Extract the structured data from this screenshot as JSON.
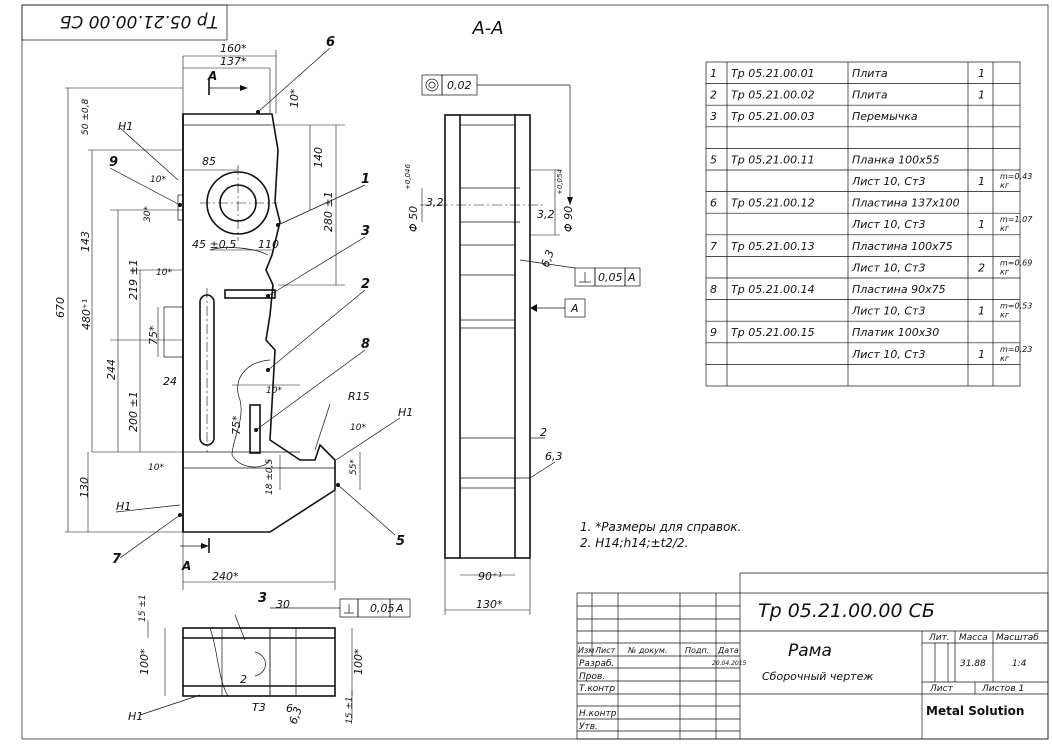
{
  "stamp_rotated": "Тр 05.21.00.00 СБ",
  "section_title": "А-А",
  "front_view": {
    "dims": {
      "d160": "160*",
      "d137": "137*",
      "d10a": "10*",
      "d140": "140",
      "d280": "280 ±1",
      "d50": "50 ±0,8",
      "d85": "85",
      "d10b": "10*",
      "d30": "30*",
      "d143": "143",
      "d45": "45 ±0,5",
      "d110": "110",
      "d10c": "10*",
      "d219": "219 ±1",
      "d670": "670",
      "d480": "480⁺¹",
      "d75a": "75*",
      "d244": "244",
      "d24": "24",
      "d10d": "10*",
      "d75b": "75*",
      "d200": "200 ±1",
      "dR15": "R15",
      "d10e": "10*",
      "d55": "55*",
      "d18": "18 ±0,5",
      "d10f": "10*",
      "d130": "130",
      "d240": "240*"
    },
    "labels": {
      "H1a": "H1",
      "H1b": "H1",
      "H1c": "H1",
      "arrowA_top": "A",
      "arrowA_bot": "A"
    },
    "balloons": [
      "6",
      "9",
      "1",
      "3",
      "2",
      "8",
      "5",
      "7"
    ]
  },
  "section_view": {
    "tolerance_top_value": "0,02",
    "phi50": "Φ 50",
    "phi50_tol": "+0,046",
    "d32a": "3,2",
    "d32b": "3,2",
    "phi90": "Φ 90",
    "phi90_tol": "+0,054",
    "d63a": "6,3",
    "tol_mid_value": "0,05",
    "tol_mid_ref": "A",
    "datum_A": "A",
    "d2": "2",
    "d63b": "6,3",
    "d90": "90⁺¹",
    "d130": "130*"
  },
  "bottom_view": {
    "balloon": "3",
    "d15a": "15 ±1",
    "d30": "30",
    "tol_value": "0,05",
    "tol_ref": "A",
    "d100a": "100*",
    "d100b": "100*",
    "d2": "2",
    "dT3": "Т3",
    "d6": "6",
    "d63": "6,3",
    "d15b": "15 ±1",
    "H1": "H1"
  },
  "notes": [
    "1. *Размеры для справок.",
    "2. H14;h14;±t2/2."
  ],
  "spec_table": {
    "rows": [
      {
        "pos": "1",
        "code": "Тр 05.21.00.01",
        "name": "Плита",
        "qty": "1",
        "note": ""
      },
      {
        "pos": "2",
        "code": "Тр 05.21.00.02",
        "name": "Плита",
        "qty": "1",
        "note": ""
      },
      {
        "pos": "3",
        "code": "Тр 05.21.00.03",
        "name": "Перемычка",
        "qty": "",
        "note": ""
      },
      {
        "pos": "",
        "code": "",
        "name": "",
        "qty": "",
        "note": ""
      },
      {
        "pos": "5",
        "code": "Тр 05.21.00.11",
        "name": "Планка 100x55",
        "qty": "",
        "note": ""
      },
      {
        "pos": "",
        "code": "",
        "name": "Лист 10, Ст3",
        "qty": "1",
        "note": "m=0,43 кг"
      },
      {
        "pos": "6",
        "code": "Тр 05.21.00.12",
        "name": "Пластина 137x100",
        "qty": "",
        "note": ""
      },
      {
        "pos": "",
        "code": "",
        "name": "Лист 10, Ст3",
        "qty": "1",
        "note": "m=1,07 кг"
      },
      {
        "pos": "7",
        "code": "Тр 05.21.00.13",
        "name": "Пластина 100x75",
        "qty": "",
        "note": ""
      },
      {
        "pos": "",
        "code": "",
        "name": "Лист 10, Ст3",
        "qty": "2",
        "note": "m=0,69 кг"
      },
      {
        "pos": "8",
        "code": "Тр 05.21.00.14",
        "name": "Пластина 90x75",
        "qty": "",
        "note": ""
      },
      {
        "pos": "",
        "code": "",
        "name": "Лист 10, Ст3",
        "qty": "1",
        "note": "m=0,53 кг"
      },
      {
        "pos": "9",
        "code": "Тр 05.21.00.15",
        "name": "Платик 100x30",
        "qty": "",
        "note": ""
      },
      {
        "pos": "",
        "code": "",
        "name": "Лист 10, Ст3",
        "qty": "1",
        "note": "m=0,23 кг"
      },
      {
        "pos": "",
        "code": "",
        "name": "",
        "qty": "",
        "note": ""
      }
    ]
  },
  "title_block": {
    "designation": "Тр 05.21.00.00 СБ",
    "name": "Рама",
    "doc_type": "Сборочный чертеж",
    "col_izm": "Изм",
    "col_list": "Лист",
    "col_doc": "№ докум.",
    "col_sign": "Подп.",
    "col_date": "Дата",
    "razrab": "Разраб.",
    "prov": "Пров.",
    "tkontr": "Т.контр",
    "nkontr": "Н.контр",
    "utv": "Утв.",
    "date": "20.04.2015",
    "lit": "Лит.",
    "massa": "Масса",
    "masshtab": "Масштаб",
    "mass_value": "31.88",
    "scale_value": "1:4",
    "list": "Лист",
    "listov": "Листов 1",
    "company": "Metal Solution"
  }
}
